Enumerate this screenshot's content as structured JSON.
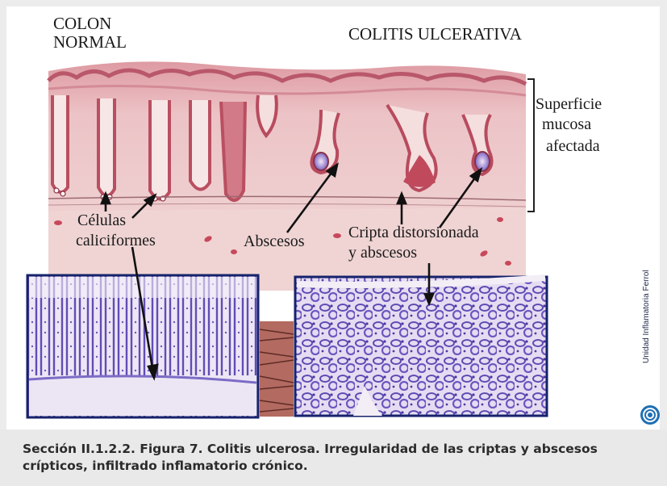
{
  "figure": {
    "title_normal": "COLON NORMAL",
    "title_ulcerative": "COLITIS ULCERATIVA",
    "label_surface": [
      "Superficie",
      "mucosa",
      "afectada"
    ],
    "label_goblet": [
      "Células",
      "caliciformes"
    ],
    "label_abscess": "Abscesos",
    "label_crypt": [
      "Cripta distorsionada",
      "y abscesos"
    ],
    "credit_vertical": "Unidad Inflamatoria Ferrol",
    "colors": {
      "tissue": "#e9b8bb",
      "mucosa_top": "#d7848c",
      "crypt_lining": "#c25564",
      "histology_purple": "#6f5fc0",
      "frame": "#16226b",
      "logo": "#1f6fb4"
    }
  },
  "caption": {
    "text": "Sección II.1.2.2. Figura 7. Colitis ulcerosa. Irregularidad de las criptas y abscesos crípticos, infiltrado inflamatorio crónico."
  }
}
